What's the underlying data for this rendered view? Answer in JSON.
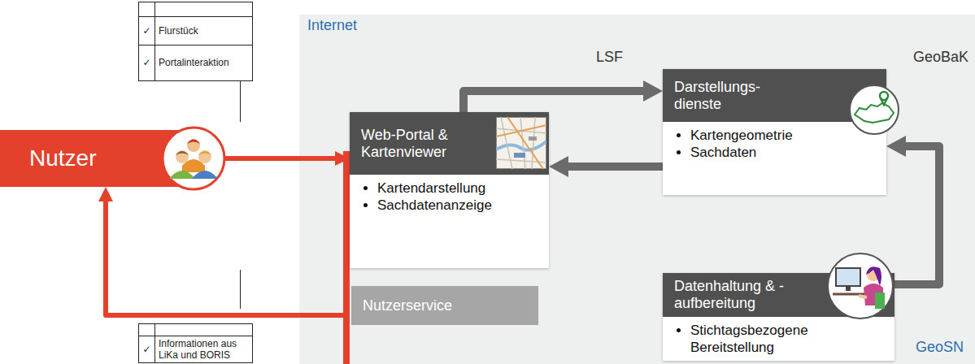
{
  "diagram": {
    "nodes": [
      {
        "text": [
          "Internet"
        ]
      },
      {
        "text": [
          "LSF"
        ],
        "in": 0
      },
      {
        "text": [
          "GeoBaK"
        ],
        "in": 0
      },
      {
        "text": [
          "GeoSN"
        ],
        "in": 0
      },
      {
        "text": [
          "Nutzer"
        ]
      },
      {
        "text": [
          "Web-Portal & Kartenviewer",
          "Kartendarstellung",
          "Sachdatenanzeige"
        ],
        "in": 1
      },
      {
        "text": [
          "Nutzerservice"
        ],
        "in": 1
      },
      {
        "text": [
          "Darstellungs- dienste",
          "Kartengeometrie",
          "Sachdaten"
        ],
        "in": 2
      },
      {
        "text": [
          "Datenhaltung & -aufbereitung",
          "Stichtagsbezogene Bereitstellung"
        ],
        "in": 3
      }
    ],
    "edges": [
      {
        "from": 4,
        "to": 5,
        "arrow": "to"
      },
      {
        "from": 5,
        "to": 4,
        "arrow": "to"
      },
      {
        "from": 5,
        "to": 7,
        "arrow": "to"
      },
      {
        "from": 7,
        "to": 5,
        "arrow": "to"
      },
      {
        "from": 8,
        "to": 7,
        "arrow": "to"
      }
    ],
    "labels": [
      "✓",
      "Flurstück",
      "✓",
      "Portalinteraktion",
      "✓",
      "Informationen aus LiKa und BORIS"
    ]
  }
}
